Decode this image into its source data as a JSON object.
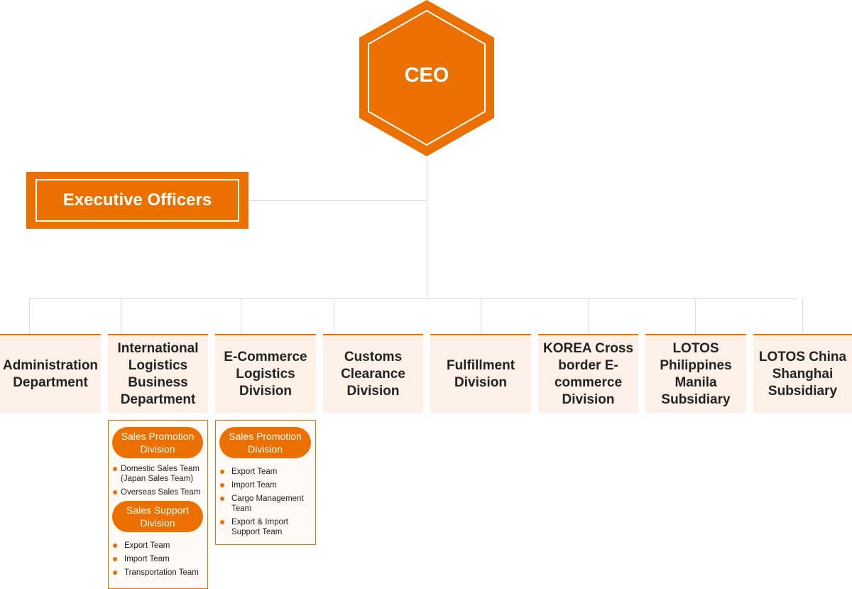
{
  "ceo": {
    "label": "CEO"
  },
  "executive": {
    "label": "Executive Officers"
  },
  "colors": {
    "accent": "#ec7000",
    "dept_bg": "#fdf0e6",
    "line": "#dcdcdc"
  },
  "departments": [
    {
      "label": "Administration Department"
    },
    {
      "label": "International Logistics Business Department"
    },
    {
      "label": "E-Commerce Logistics Division"
    },
    {
      "label": "Customs Clearance Division"
    },
    {
      "label": "Fulfillment Division"
    },
    {
      "label": "KOREA Cross border E-commerce Division"
    },
    {
      "label": "LOTOS Philippines Manila Subsidiary"
    },
    {
      "label": "LOTOS China Shanghai Subsidiary"
    }
  ],
  "intl_logistics": {
    "groups": [
      {
        "label": "Sales Promotion Division",
        "teams": [
          "Domestic Sales Team (Japan Sales Team)",
          "Overseas Sales Team"
        ]
      },
      {
        "label": "Sales Support Division",
        "teams": [
          "Export Team",
          "Import Team",
          "Transportation Team"
        ]
      }
    ]
  },
  "ecommerce": {
    "groups": [
      {
        "label": "Sales Promotion Division",
        "teams": [
          "Export Team",
          "Import Team",
          "Cargo Management Team",
          "Export & Import Support Team"
        ]
      }
    ]
  }
}
